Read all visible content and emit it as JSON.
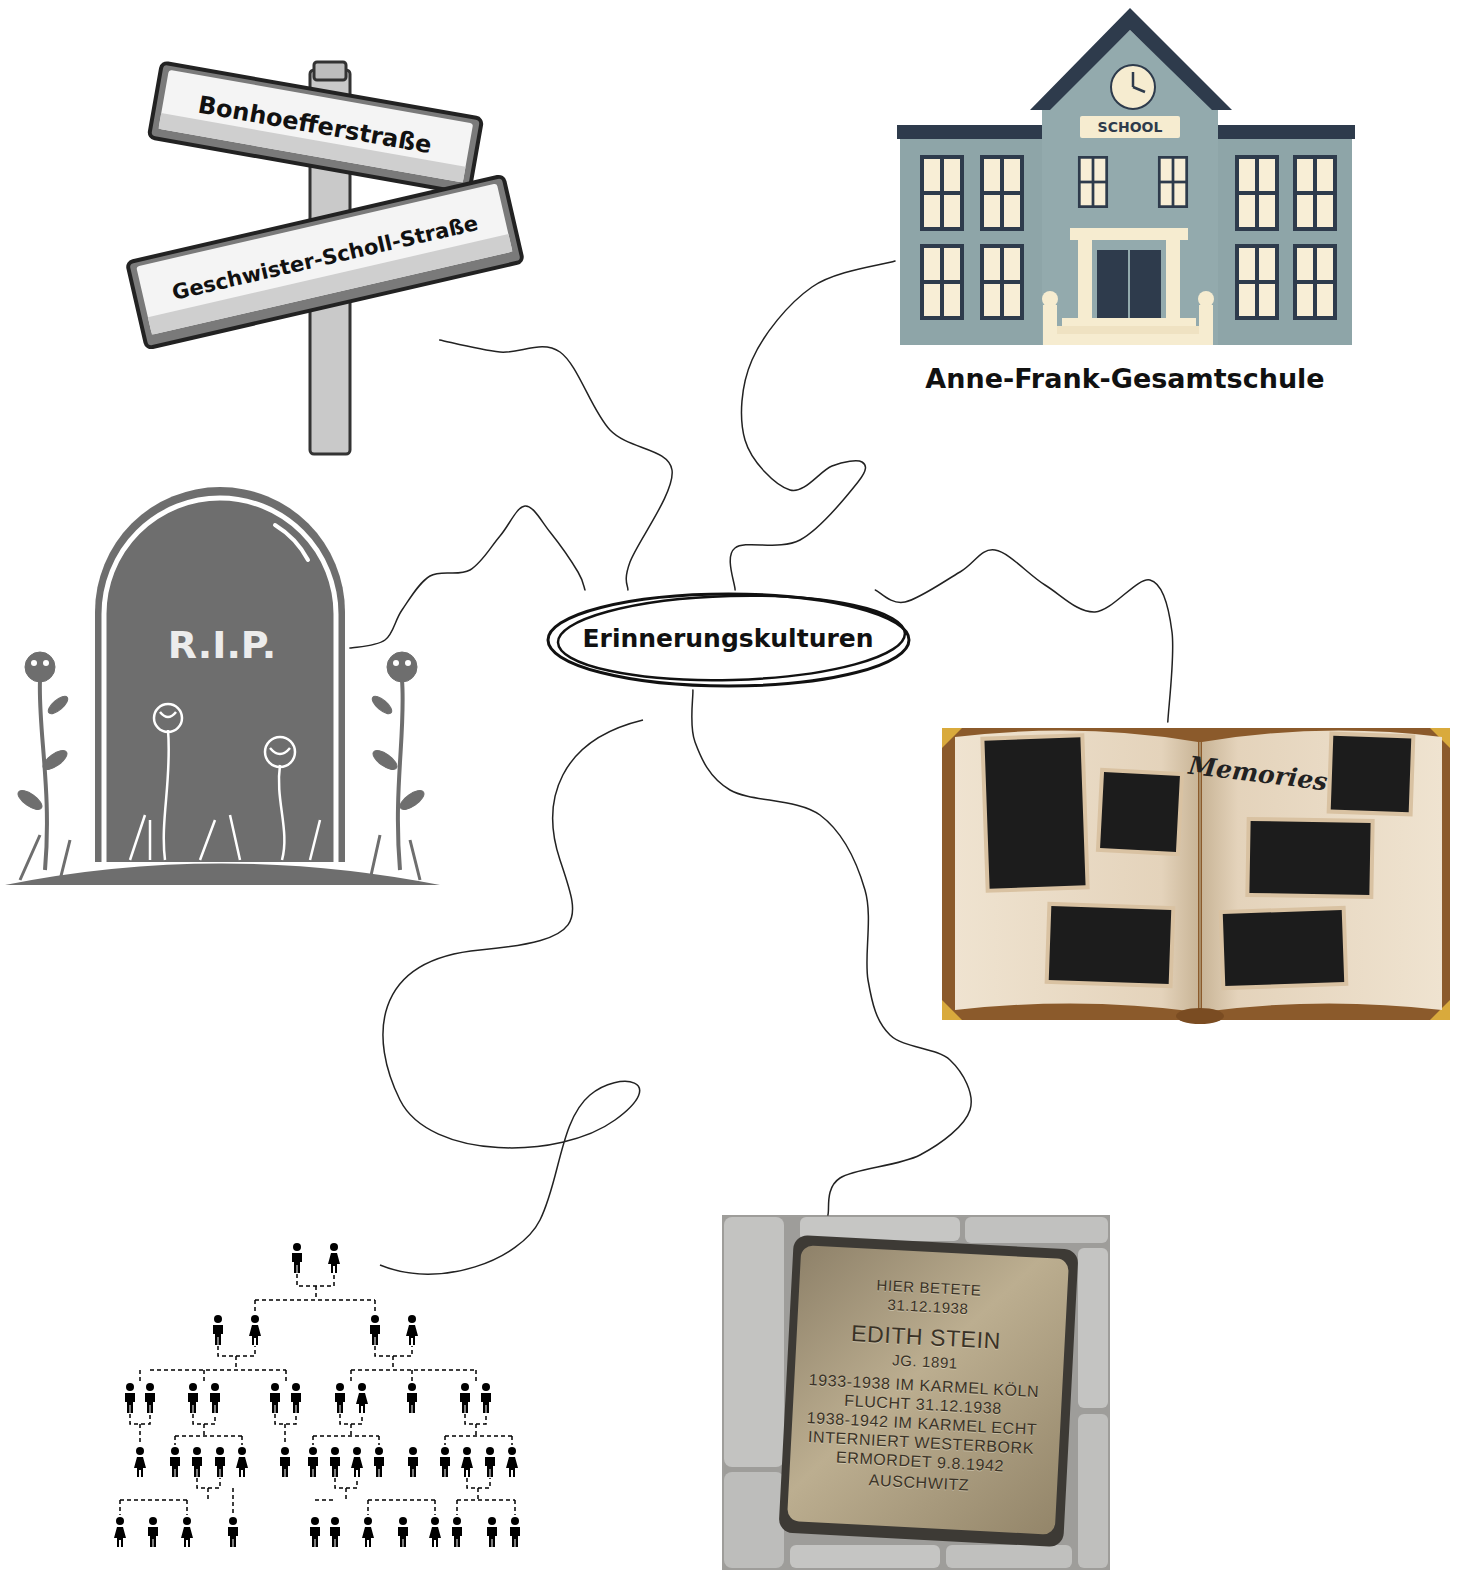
{
  "diagram": {
    "nodes": [
      {
        "text": [
          "Bonhoefferstraße",
          "Geschwister-Scholl-Straße"
        ]
      },
      {
        "text": [
          "SCHOOL",
          "Anne-Frank-Gesamtschule"
        ]
      },
      {
        "text": [
          "R.I.P."
        ]
      },
      {
        "text": [
          "Erinnerungskulturen"
        ]
      },
      {
        "text": [
          "Memories"
        ]
      },
      {
        "text": [
          "HIER BETETE",
          "31.12.1938",
          "EDITH STEIN",
          "JG. 1891",
          "1933-1938 IM KARMEL KÖLN",
          "FLUCHT 31.12.1938",
          "1938-1942 IM KARMEL ECHT",
          "INTERNIERT WESTERBORK",
          "ERMORDET 9.8.1942",
          "AUSCHWITZ"
        ]
      }
    ],
    "edges": [
      {
        "from": 3,
        "to": 0,
        "arrow": "none"
      },
      {
        "from": 3,
        "to": 1,
        "arrow": "none"
      },
      {
        "from": 3,
        "to": 2,
        "arrow": "none"
      },
      {
        "from": 3,
        "to": 4,
        "arrow": "none"
      },
      {
        "from": 3,
        "to": 5,
        "arrow": "none"
      }
    ]
  }
}
